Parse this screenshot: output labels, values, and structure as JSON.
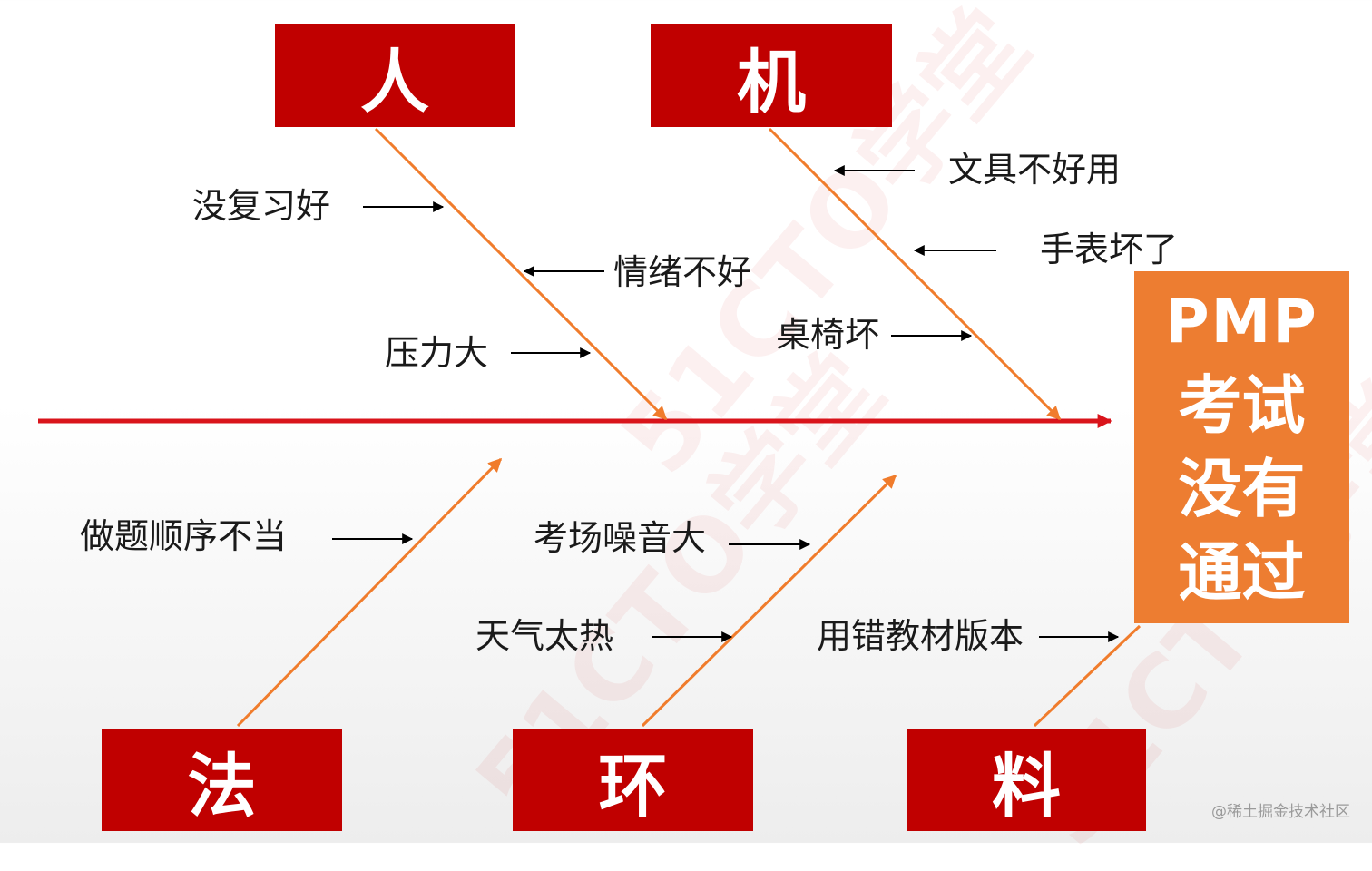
{
  "categories": {
    "ren": "人",
    "ji": "机",
    "fa": "法",
    "huan": "环",
    "liao": "料"
  },
  "result": {
    "code": "PMP",
    "line1": "考试",
    "line2": "没有",
    "line3": "通过"
  },
  "causes": {
    "ren": [
      "没复习好",
      "情绪不好",
      "压力大"
    ],
    "ji": [
      "文具不好用",
      "手表坏了",
      "桌椅坏"
    ],
    "fa": [
      "做题顺序不当"
    ],
    "huan": [
      "考场噪音大",
      "天气太热"
    ],
    "liao": [
      "用错教材版本"
    ]
  },
  "watermark": "51CTO学堂",
  "credit": "@稀土掘金技术社区",
  "colors": {
    "category_fill": "#c00000",
    "result_fill": "#ed7d31",
    "spine": "#d9141b",
    "bone": "#f07c2c",
    "arrow": "#000000"
  }
}
